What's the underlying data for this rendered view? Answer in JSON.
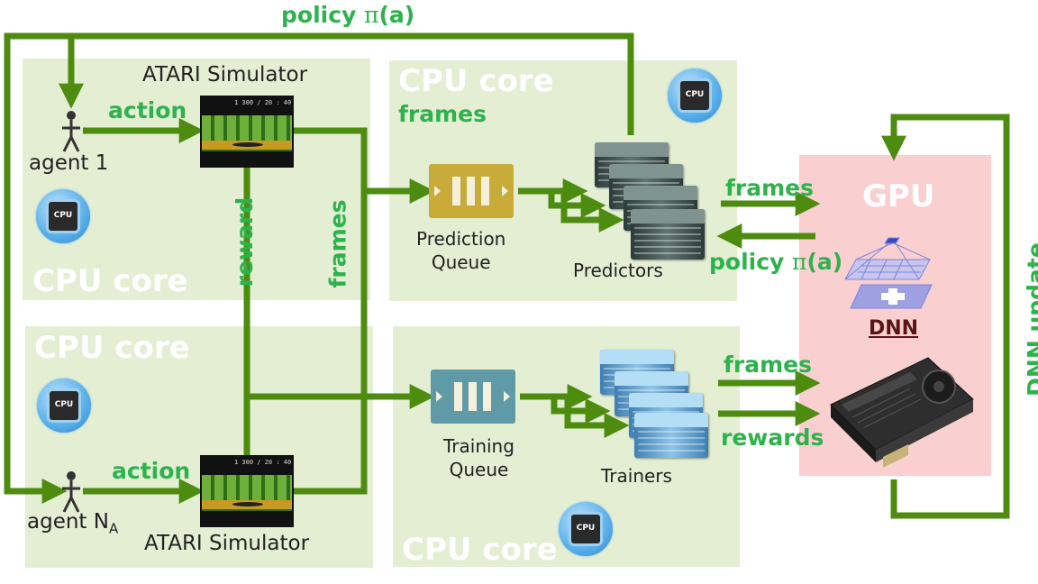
{
  "colors": {
    "panel": "#e3eed3",
    "gpu_panel": "#f9cfd0",
    "wire": "#4e8c10",
    "label_green": "#2db24c",
    "prediction_queue": "#c9ab3a",
    "training_queue": "#5f9aa6"
  },
  "panels": {
    "top_left": "CPU core",
    "bottom_left": "CPU core",
    "predictors": "CPU core",
    "trainers": "CPU core",
    "gpu": "GPU"
  },
  "chips": {
    "label": "CPU"
  },
  "simulators": {
    "top": "ATARI Simulator",
    "bottom": "ATARI Simulator",
    "screen_text": "1 300 / 20 : 40"
  },
  "agents": {
    "top": "agent 1",
    "bottom_prefix": "agent N",
    "bottom_sub": "A"
  },
  "labels": {
    "policy_top_prefix": "policy ",
    "policy_top_pi": "π",
    "policy_top_arg": "(a)",
    "action_top": "action",
    "action_bottom": "action",
    "reward_vertical": "reward",
    "frames_vertical": "frames",
    "frames_cpu": "frames",
    "frames_to_gpu": "frames",
    "policy_from_gpu_prefix": "policy ",
    "policy_from_gpu_pi": "π",
    "policy_from_gpu_arg": "(a)",
    "frames_training": "frames",
    "rewards_training": "rewards",
    "dnn_update": "DNN update"
  },
  "nodes": {
    "prediction_queue": "Prediction\nQueue",
    "predictors": "Predictors",
    "training_queue": "Training\nQueue",
    "trainers": "Trainers",
    "dnn": "DNN"
  }
}
